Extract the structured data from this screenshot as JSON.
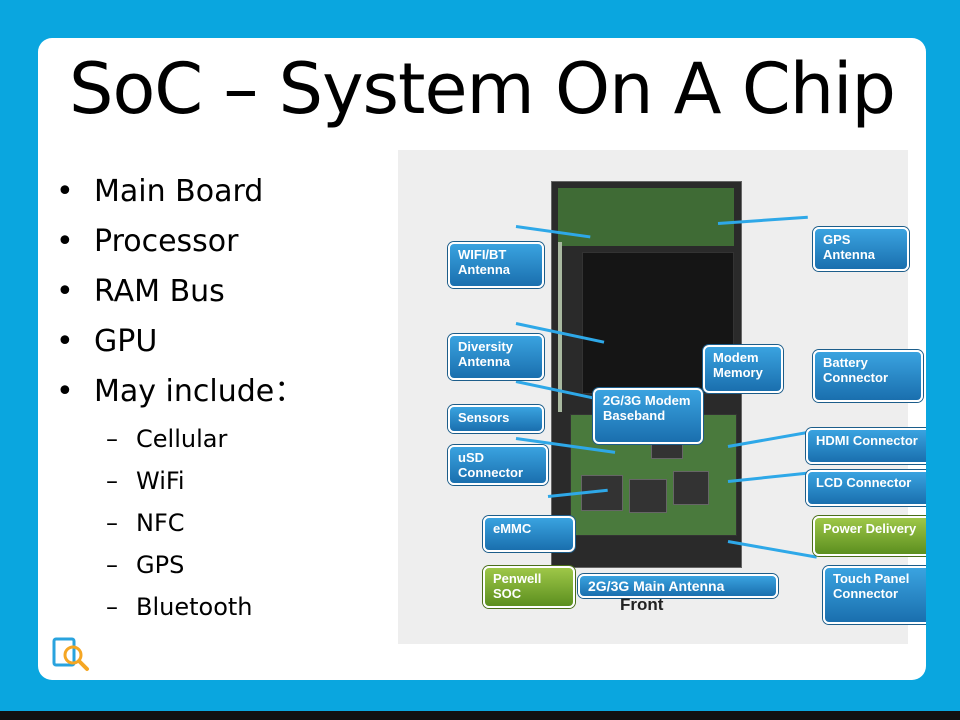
{
  "slide": {
    "title": "SoC – System On A Chip",
    "bullets": [
      {
        "level": 1,
        "marker": "•",
        "text": "Main Board"
      },
      {
        "level": 1,
        "marker": "•",
        "text": "Processor"
      },
      {
        "level": 1,
        "marker": "•",
        "text": "RAM Bus"
      },
      {
        "level": 1,
        "marker": "•",
        "text": "GPU"
      },
      {
        "level": 1,
        "marker": "•",
        "text": "May include："
      },
      {
        "level": 2,
        "marker": "–",
        "text": "Cellular"
      },
      {
        "level": 2,
        "marker": "–",
        "text": "WiFi"
      },
      {
        "level": 2,
        "marker": "–",
        "text": "NFC"
      },
      {
        "level": 2,
        "marker": "–",
        "text": "GPS"
      },
      {
        "level": 2,
        "marker": "–",
        "text": "Bluetooth"
      }
    ]
  },
  "figure": {
    "caption": "Front",
    "callouts": {
      "wifi_bt": "WIFI/BT Antenna",
      "diversity": "Diversity Antenna",
      "sensors": "Sensors",
      "usd": "uSD Connector",
      "emmc": "eMMC",
      "penwell": "Penwell SOC",
      "main_antenna": "2G/3G Main Antenna",
      "baseband": "2G/3G Modem Baseband",
      "modem_memory": "Modem Memory",
      "gps": "GPS Antenna",
      "battery": "Battery Connector",
      "hdmi": "HDMI Connector",
      "lcd": "LCD Connector",
      "power": "Power Delivery",
      "touch": "Touch Panel Connector"
    }
  },
  "colors": {
    "background": "#0aa6df",
    "callout_blue": "#2a8fd0",
    "callout_green": "#7fae33"
  },
  "icons": {
    "logo": "magnifier-logo-icon"
  }
}
